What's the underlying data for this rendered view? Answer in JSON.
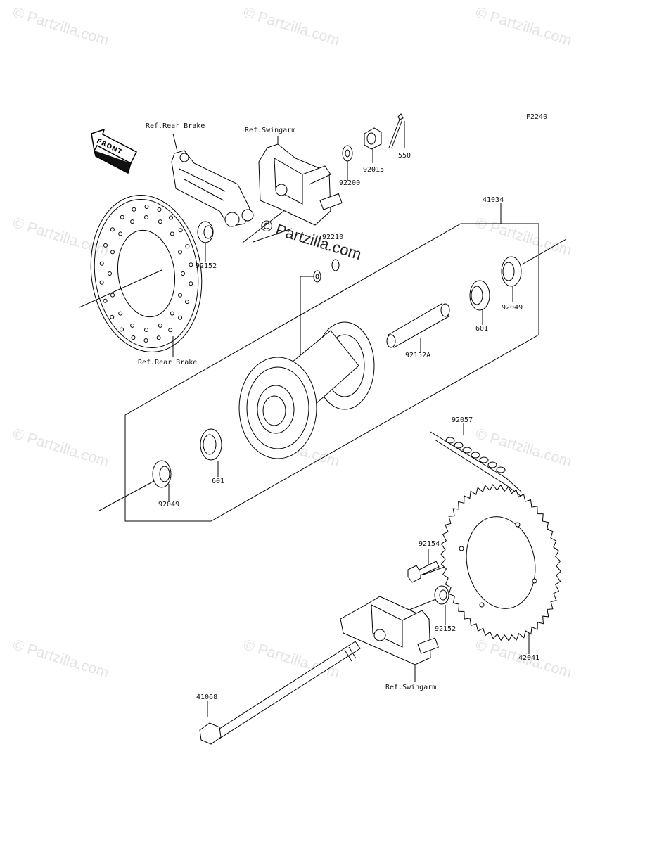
{
  "watermark": "© Partzilla.com",
  "brand_watermark": "© Partzilla.com",
  "figure_code": "F2240",
  "front_label": "FRONT",
  "labels": {
    "ref_rear_brake_top": "Ref.Rear Brake",
    "ref_swingarm_top": "Ref.Swingarm",
    "p550": "550",
    "p92015": "92015",
    "p92200": "92200",
    "p92152_top": "92152",
    "p92210": "92210",
    "p41034": "41034",
    "p92049_right": "92049",
    "p601_right": "601",
    "p92152A": "92152A",
    "ref_rear_brake_bottom": "Ref.Rear Brake",
    "p92057": "92057",
    "p601_left": "601",
    "p92049_left": "92049",
    "p92154": "92154",
    "p92152_bottom": "92152",
    "p42041": "42041",
    "ref_swingarm_bottom": "Ref.Swingarm",
    "p41068": "41068"
  }
}
